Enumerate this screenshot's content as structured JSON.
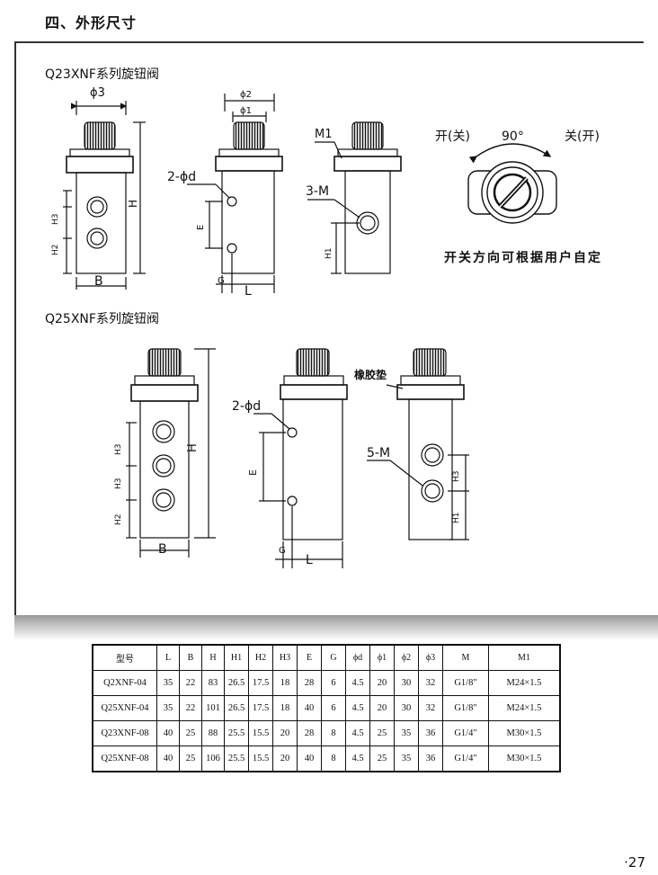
{
  "page": {
    "section_title": "四、外形尺寸",
    "page_number": "·27"
  },
  "q23": {
    "series_title": "Q23XNF系列旋钮阀",
    "labels": {
      "phi3": "ϕ3",
      "phi2": "ϕ2",
      "phi1": "ϕ1",
      "two_phi_d": "2-ϕd",
      "m1": "M1",
      "three_m": "3-M",
      "h": "H",
      "h3": "H3",
      "h2": "H2",
      "e": "E",
      "h1": "H1",
      "b": "B",
      "g": "G",
      "l": "L"
    },
    "knob": {
      "open_close": "开(关)",
      "angle": "90°",
      "close_open": "关(开)",
      "note": "开关方向可根据用户自定"
    }
  },
  "q25": {
    "series_title": "Q25XNF系列旋钮阀",
    "labels": {
      "h": "H",
      "h3a": "H3",
      "h3b": "H3",
      "h2": "H2",
      "b": "B",
      "two_phi_d": "2-ϕd",
      "e": "E",
      "g": "G",
      "l": "L",
      "rubber_pad": "橡胶垫",
      "five_m": "5-M",
      "h3": "H3",
      "h1": "H1"
    }
  },
  "spec_table": {
    "headers": [
      "型号",
      "L",
      "B",
      "H",
      "H1",
      "H2",
      "H3",
      "E",
      "G",
      "ϕd",
      "ϕ1",
      "ϕ2",
      "ϕ3",
      "M",
      "M1"
    ],
    "rows": [
      [
        "Q2XNF-04",
        "35",
        "22",
        "83",
        "26.5",
        "17.5",
        "18",
        "28",
        "6",
        "4.5",
        "20",
        "30",
        "32",
        "G1/8\"",
        "M24×1.5"
      ],
      [
        "Q25XNF-04",
        "35",
        "22",
        "101",
        "26.5",
        "17.5",
        "18",
        "40",
        "6",
        "4.5",
        "20",
        "30",
        "32",
        "G1/8\"",
        "M24×1.5"
      ],
      [
        "Q23XNF-08",
        "40",
        "25",
        "88",
        "25.5",
        "15.5",
        "20",
        "28",
        "8",
        "4.5",
        "25",
        "35",
        "36",
        "G1/4\"",
        "M30×1.5"
      ],
      [
        "Q25XNF-08",
        "40",
        "25",
        "106",
        "25.5",
        "15.5",
        "20",
        "40",
        "8",
        "4.5",
        "25",
        "35",
        "36",
        "G1/4\"",
        "M30×1.5"
      ]
    ]
  }
}
